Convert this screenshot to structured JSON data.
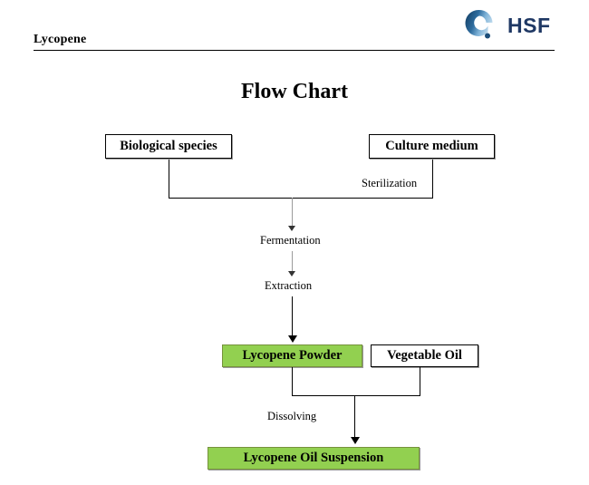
{
  "header": {
    "document_title": "Lycopene",
    "brand": {
      "name": "HSF",
      "mark_icon": "hsf-circle-logo-icon",
      "color_dark": "#1F3864",
      "color_mark_dark": "#17496E",
      "color_mark_light": "#9CC3DE"
    }
  },
  "chart_data": {
    "type": "diagram",
    "title": "Flow Chart",
    "nodes": [
      {
        "id": "bio",
        "label": "Biological species",
        "fill": "#FFFFFF",
        "border": "#000000",
        "row": 1,
        "col": "left"
      },
      {
        "id": "medium",
        "label": "Culture medium",
        "fill": "#FFFFFF",
        "border": "#000000",
        "row": 1,
        "col": "right"
      },
      {
        "id": "powder",
        "label": "Lycopene Powder",
        "fill": "#92D050",
        "border": "#76923C",
        "row": 2,
        "col": "left"
      },
      {
        "id": "oil",
        "label": "Vegetable Oil",
        "fill": "#FFFFFF",
        "border": "#000000",
        "row": 2,
        "col": "right"
      },
      {
        "id": "susp",
        "label": "Lycopene Oil Suspension",
        "fill": "#92D050",
        "border": "#76923C",
        "row": 3,
        "col": "center"
      }
    ],
    "edge_labels": [
      {
        "id": "sterilization",
        "text": "Sterilization",
        "from": "medium",
        "to": "merge-1"
      },
      {
        "id": "fermentation",
        "text": "Fermentation",
        "from": "merge-1",
        "to": "extraction"
      },
      {
        "id": "extraction",
        "text": "Extraction",
        "from": "fermentation",
        "to": "powder"
      },
      {
        "id": "dissolving",
        "text": "Dissolving",
        "from": "merge-2",
        "to": "susp"
      }
    ],
    "flow": [
      "Biological species + Culture medium (Sterilization) -> Fermentation",
      "Fermentation -> Extraction",
      "Extraction -> Lycopene Powder",
      "Lycopene Powder + Vegetable Oil (Dissolving) -> Lycopene Oil Suspension"
    ]
  }
}
